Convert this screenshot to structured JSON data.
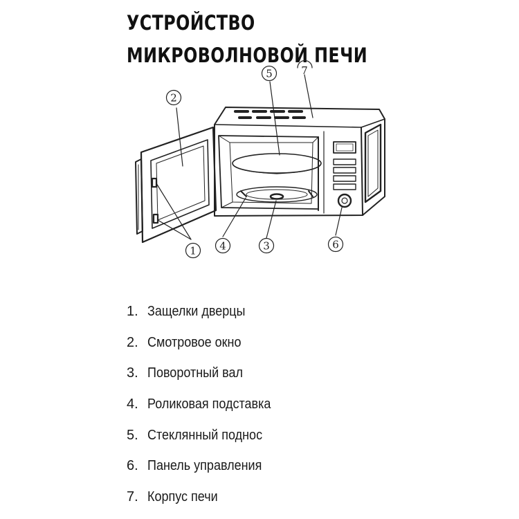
{
  "title": {
    "line1": "УСТРОЙСТВО",
    "line2": "МИКРОВОЛНОВОЙ ПЕЧИ"
  },
  "callouts": [
    "1",
    "2",
    "3",
    "4",
    "5",
    "6",
    "7"
  ],
  "legend": [
    {
      "num": "1.",
      "text": "Защелки дверцы"
    },
    {
      "num": "2.",
      "text": "Смотровое окно"
    },
    {
      "num": "3.",
      "text": "Поворотный вал"
    },
    {
      "num": "4.",
      "text": "Роликовая подставка"
    },
    {
      "num": "5.",
      "text": "Стеклянный поднос"
    },
    {
      "num": "6.",
      "text": "Панель управления"
    },
    {
      "num": "7.",
      "text": "Корпус печи"
    }
  ]
}
